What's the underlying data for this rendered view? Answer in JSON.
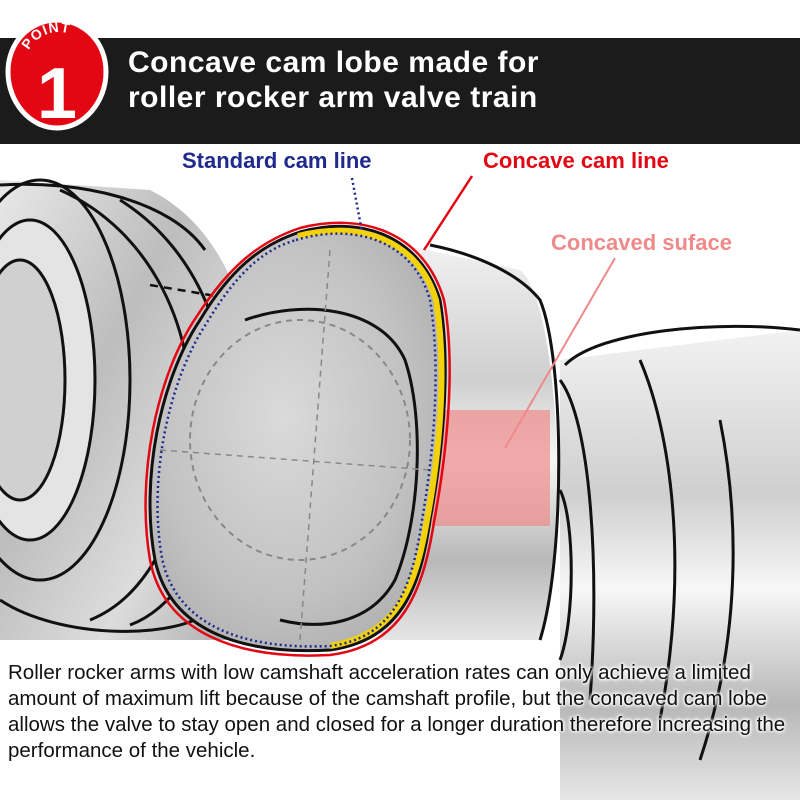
{
  "badge": {
    "word": "POINT",
    "number": "1",
    "color": "#e30613"
  },
  "title": {
    "line1": "Concave cam lobe made for",
    "line2": "roller rocker arm valve train"
  },
  "labels": {
    "standard_cam_line": "Standard cam line",
    "concave_cam_line": "Concave cam line",
    "concaved_surface": "Concaved suface"
  },
  "colors": {
    "standard_line": "#1f2a8c",
    "concave_line": "#e30613",
    "concaved_surface": "#f08a8a",
    "title_bar": "#1b1b1b"
  },
  "caption": "Roller rocker arms with low camshaft acceleration rates can only achieve a limited amount of maximum lift because of the camshaft profile, but the concaved cam lobe allows the valve to stay open and closed for a longer duration therefore increasing the performance of the vehicle."
}
